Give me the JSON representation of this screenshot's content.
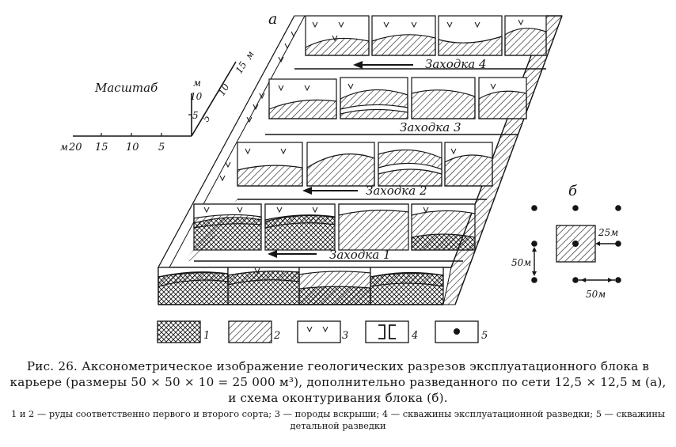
{
  "figure": {
    "panel_a_letter": "а",
    "panel_b_letter": "б",
    "rows": [
      {
        "label": "Заходка 4"
      },
      {
        "label": "Заходка 3"
      },
      {
        "label": "Заходка 2"
      },
      {
        "label": "Заходка 1"
      }
    ],
    "scale": {
      "title": "Масштаб",
      "horizontal_unit": "м",
      "horizontal_ticks": [
        "20",
        "15",
        "10",
        "5"
      ],
      "vertical_unit": "м",
      "vertical_ticks": [
        "10",
        "5"
      ],
      "depth_unit": "м",
      "depth_ticks": [
        "5",
        "10",
        "15"
      ]
    },
    "scheme_b": {
      "label_25": "25м",
      "label_50_left": "50м",
      "label_50_bottom": "50м"
    },
    "legend": [
      {
        "number": "1",
        "pattern": "crosshatch"
      },
      {
        "number": "2",
        "pattern": "diagonal-hatch"
      },
      {
        "number": "3",
        "pattern": "v-marks"
      },
      {
        "number": "4",
        "pattern": "exploitation-well"
      },
      {
        "number": "5",
        "pattern": "detail-well"
      }
    ]
  },
  "caption": {
    "main": "Рис. 26. Аксонометрическое изображение геологических разрезов эксплуатационного блока в карьере (размеры 50 × 50 × 10 = 25 000 м³), дополнительно разведанного по сети 12,5 × 12,5 м (а), и схема оконтуривания блока (б).",
    "legend_note": "1 и 2 — руды соответственно первого и второго сорта; 3 — породы вскрыши; 4 — скважины эксплуатационной разведки; 5 — скважины детальной разведки"
  },
  "colors": {
    "ink": "#151515",
    "paper": "#ffffff"
  }
}
